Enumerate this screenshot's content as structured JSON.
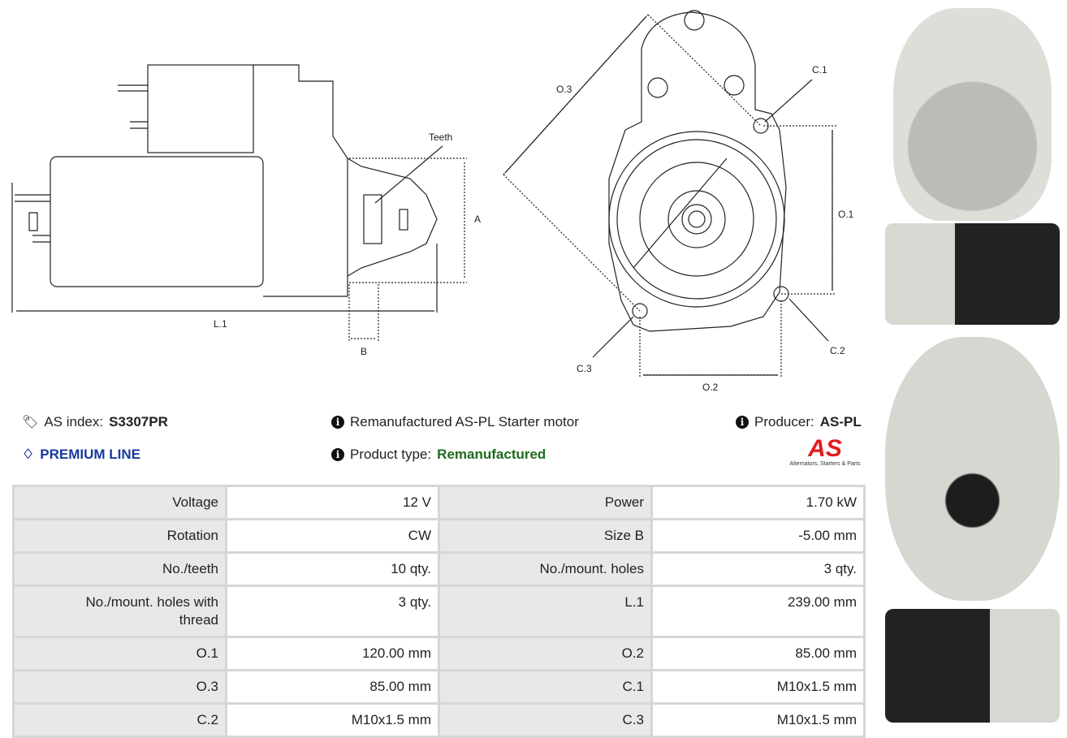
{
  "diagram": {
    "labels": {
      "teeth": "Teeth",
      "a": "A",
      "l1": "L.1",
      "b": "B",
      "o3": "O.3",
      "c1": "C.1",
      "o1": "O.1",
      "c2": "C.2",
      "o2": "O.2",
      "c3": "C.3"
    }
  },
  "info": {
    "as_index_label": "AS index:",
    "as_index": "S3307PR",
    "premium": "PREMIUM LINE",
    "description": "Remanufactured AS-PL Starter motor",
    "product_type_label": "Product type:",
    "product_type": "Remanufactured",
    "producer_label": "Producer:",
    "producer": "AS-PL"
  },
  "logo": {
    "text": "AS",
    "tagline": "Alternators, Starters & Parts"
  },
  "colors": {
    "premium": "#1a3a9c",
    "product_type": "#1e6b1e",
    "logo_red": "#e21b1b"
  },
  "specs": [
    [
      "Voltage",
      "12 V",
      "Power",
      "1.70 kW"
    ],
    [
      "Rotation",
      "CW",
      "Size B",
      "-5.00 mm"
    ],
    [
      "No./teeth",
      "10 qty.",
      "No./mount. holes",
      "3 qty."
    ],
    [
      "No./mount. holes with thread",
      "3 qty.",
      "L.1",
      "239.00 mm"
    ],
    [
      "O.1",
      "120.00 mm",
      "O.2",
      "85.00 mm"
    ],
    [
      "O.3",
      "85.00 mm",
      "C.1",
      "M10x1.5 mm"
    ],
    [
      "C.2",
      "M10x1.5 mm",
      "C.3",
      "M10x1.5 mm"
    ]
  ]
}
